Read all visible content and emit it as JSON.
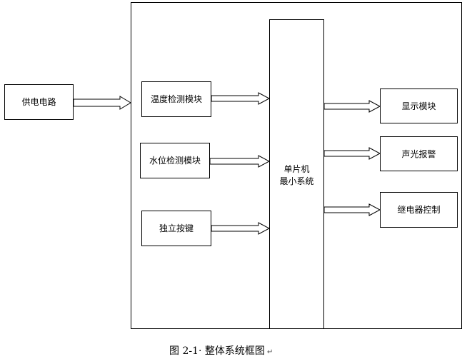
{
  "blocks": {
    "power": "供电电路",
    "temperature": "温度检测模块",
    "water_level": "水位检测模块",
    "keys": "独立按键",
    "mcu_line1": "单片机",
    "mcu_line2": "最小系统",
    "display": "显示模块",
    "alarm": "声光报警",
    "relay": "继电器控制"
  },
  "caption": "图 2-1· 整体系统框图",
  "caption_mark": "↵"
}
